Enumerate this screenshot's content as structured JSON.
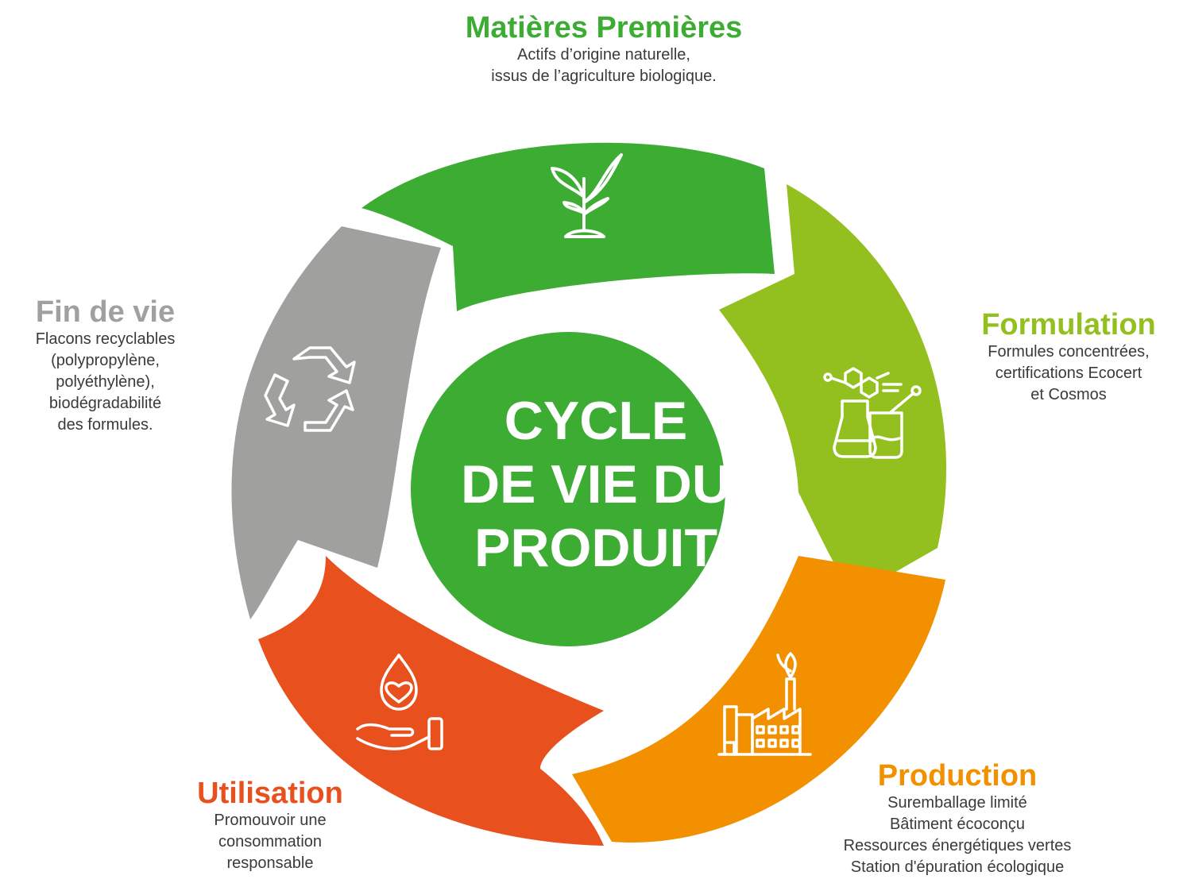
{
  "center": {
    "lines": [
      "CYCLE",
      "DE VIE DU",
      "PRODUIT"
    ]
  },
  "colors": {
    "matieres": "#3cac33",
    "formulation": "#93c01f",
    "production": "#f29000",
    "utilisation": "#e8501e",
    "finvie": "#a0a09e",
    "center": "#3cac33"
  },
  "stages": {
    "matieres": {
      "title": "Matières Premières",
      "lines": [
        "Actifs d’origine naturelle,",
        "issus de l’agriculture biologique."
      ],
      "icon": "plant-sprout-icon"
    },
    "formulation": {
      "title": "Formulation",
      "lines": [
        "Formules concentrées,",
        "certifications Ecocert",
        "et Cosmos"
      ],
      "icon": "lab-flask-molecule-icon"
    },
    "production": {
      "title": "Production",
      "lines": [
        "Suremballage limité",
        "Bâtiment écoconçu",
        "Ressources énergétiques vertes",
        "Station d'épuration écologique"
      ],
      "icon": "eco-factory-icon"
    },
    "utilisation": {
      "title": "Utilisation",
      "lines": [
        "Promouvoir une",
        "consommation",
        "responsable"
      ],
      "icon": "hand-drop-heart-icon"
    },
    "finvie": {
      "title": "Fin de vie",
      "lines": [
        "Flacons recyclables",
        "(polypropylène,",
        "polyéthylène),",
        "biodégradabilité",
        "des formules."
      ],
      "icon": "recycle-icon"
    }
  }
}
